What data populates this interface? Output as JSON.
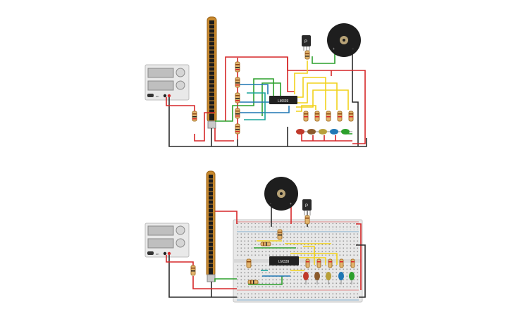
{
  "ic_label": "LM339",
  "transistor_letter": "P",
  "buzzer_plus": "+",
  "buzzer_minus": "-",
  "psu_button_label": "on",
  "led_colors": [
    "#c0392b",
    "#8b5a2b",
    "#b8a03a",
    "#1f77b4",
    "#2ca02c"
  ],
  "wire_colors": {
    "red": "#d62728",
    "black": "#2b2b2b",
    "green": "#2ca02c",
    "blue": "#1f77b4",
    "yellow": "#f2d21b",
    "teal": "#1aa39a"
  }
}
